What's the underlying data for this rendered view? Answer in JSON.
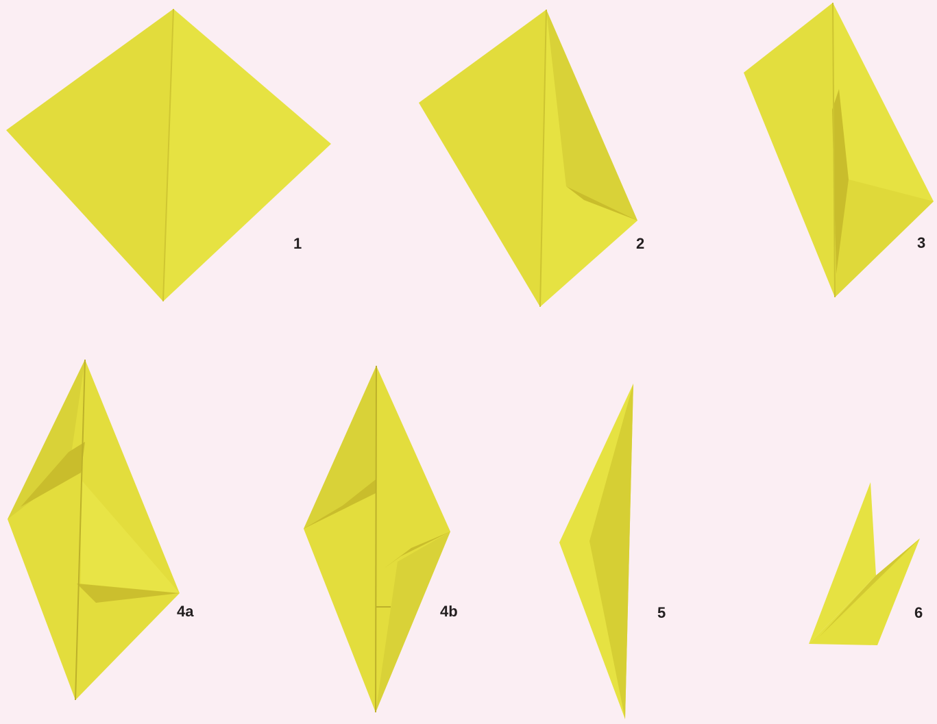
{
  "background_color": "#fbeef3",
  "paper_colors": {
    "face": "#e4e03e",
    "light": "#ebe74a",
    "shade": "#d6cf34",
    "deep": "#c9bd2c",
    "crease": "#bdb12a"
  },
  "steps": [
    {
      "label": "1"
    },
    {
      "label": "2"
    },
    {
      "label": "3"
    },
    {
      "label": "4a"
    },
    {
      "label": "4b"
    },
    {
      "label": "5"
    },
    {
      "label": "6"
    }
  ]
}
